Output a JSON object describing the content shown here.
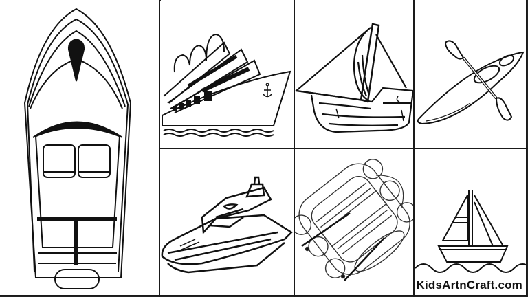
{
  "page": {
    "title": "Boat coloring pages collage",
    "watermark": "KidsArtnCraft.com",
    "line_color": "#1a1a1a",
    "background": "#ffffff"
  },
  "cells": [
    {
      "id": "speedboat-top-view",
      "label": "Speedboat (top view)",
      "icon": "speedboat-topview-icon"
    },
    {
      "id": "cruise-ship",
      "label": "Cruise ship",
      "icon": "cruise-ship-icon"
    },
    {
      "id": "sailboat-wooden",
      "label": "Wooden sailboat",
      "icon": "wooden-sailboat-icon"
    },
    {
      "id": "kayak",
      "label": "Kayak with paddle",
      "icon": "kayak-icon"
    },
    {
      "id": "yacht",
      "label": "Motor yacht",
      "icon": "yacht-icon"
    },
    {
      "id": "raft",
      "label": "Inflatable raft",
      "icon": "raft-icon"
    },
    {
      "id": "simple-sailboat",
      "label": "Simple sailboat on waves",
      "icon": "simple-sailboat-icon"
    }
  ]
}
